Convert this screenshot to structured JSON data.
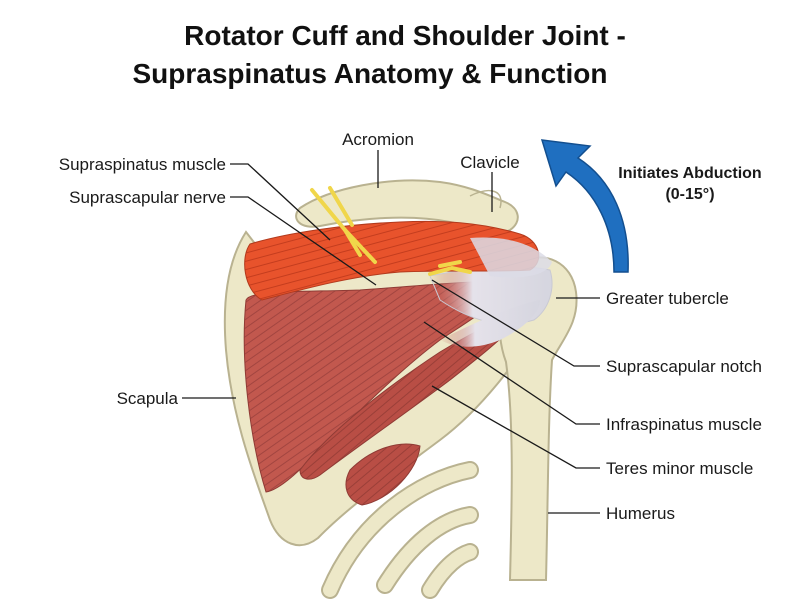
{
  "title": {
    "line1": "Rotator Cuff and Shoulder Joint -",
    "line2": "Supraspinatus Anatomy & Function"
  },
  "labels": {
    "acromion": "Acromion",
    "clavicle": "Clavicle",
    "supraspinatus_muscle": "Supraspinatus muscle",
    "suprascapular_nerve": "Suprascapular nerve",
    "scapula": "Scapula",
    "greater_tubercle": "Greater tubercle",
    "suprascapular_notch": "Suprascapular notch",
    "infraspinatus_muscle": "Infraspinatus muscle",
    "teres_minor_muscle": "Teres minor muscle",
    "humerus": "Humerus"
  },
  "annotation": {
    "line1": "Initiates Abduction",
    "line2": "(0-15°)"
  },
  "colors": {
    "bone": "#ede8c8",
    "bone_outline": "#b9b290",
    "supraspinatus": "#e8532c",
    "infraspinatus": "#c2584e",
    "teres_minor": "#b94e45",
    "tendon": "#dcdce6",
    "nerve": "#f0d64a",
    "arrow": "#1f6fc0"
  }
}
